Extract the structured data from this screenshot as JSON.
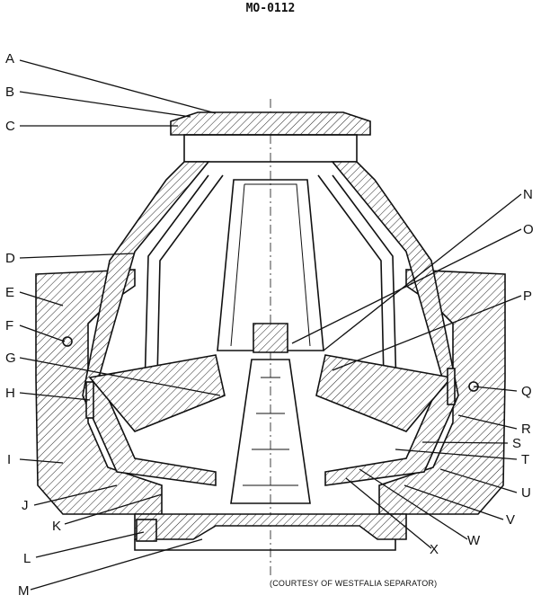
{
  "title": "MO-0112",
  "credit": "(COURTESY OF WESTFALIA SEPARATOR)",
  "labels_left": [
    "A",
    "B",
    "C",
    "D",
    "E",
    "F",
    "G",
    "H",
    "I",
    "J",
    "K",
    "L",
    "M"
  ],
  "labels_right": [
    "N",
    "O",
    "P",
    "Q",
    "R",
    "S",
    "T",
    "U",
    "V",
    "W",
    "X"
  ]
}
